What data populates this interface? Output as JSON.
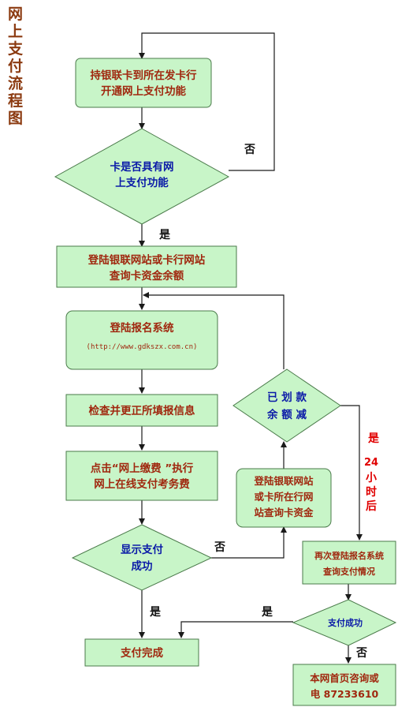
{
  "title": "网上支付流程图",
  "nodes": {
    "activate": {
      "line1": "持银联卡到所在发卡行",
      "line2": "开通网上支付功能"
    },
    "has_online_pay": {
      "line1": "卡是否具有网",
      "line2": "上支付功能"
    },
    "query_balance": {
      "line1": "登陆银联网站或卡行网站",
      "line2": "查询卡资金余额"
    },
    "login_system": {
      "line1": "登陆报名系统",
      "line2": "(http://www.gdkszx.com.cn)"
    },
    "check_info": {
      "line1": "检查并更正所填报信息"
    },
    "pay_online": {
      "line1": "点击“网上缴费 ”执行",
      "line2": "网上在线支付考务费"
    },
    "show_success": {
      "line1": "显示支付",
      "line2": "成功"
    },
    "complete": {
      "line1": "支付完成"
    },
    "query_bank": {
      "line1": "登陆银联网站",
      "line2": "或卡所在行网",
      "line3": "站查询卡资金"
    },
    "deducted": {
      "line1": "已 划 款",
      "line2": "余 额 减"
    },
    "relogin": {
      "line1": "再次登陆报名系统",
      "line2": "查询支付情况"
    },
    "pay_success": {
      "line1": "支付成功"
    },
    "consult": {
      "line1": "本网首页咨询或",
      "line2": "电 87233610"
    }
  },
  "edge_labels": {
    "no_top": "否",
    "yes_top": "是",
    "no_show": "否",
    "yes_show": "是",
    "yes_success": "是",
    "no_success": "否",
    "yes_deducted": "是",
    "after_24h": "24 小时后"
  },
  "colors": {
    "box_fill": "#c8f5c8",
    "box_text": "#a0280f",
    "diamond_text": "#0a1aa8",
    "title": "#8b3a10",
    "red_label": "#e00000"
  }
}
